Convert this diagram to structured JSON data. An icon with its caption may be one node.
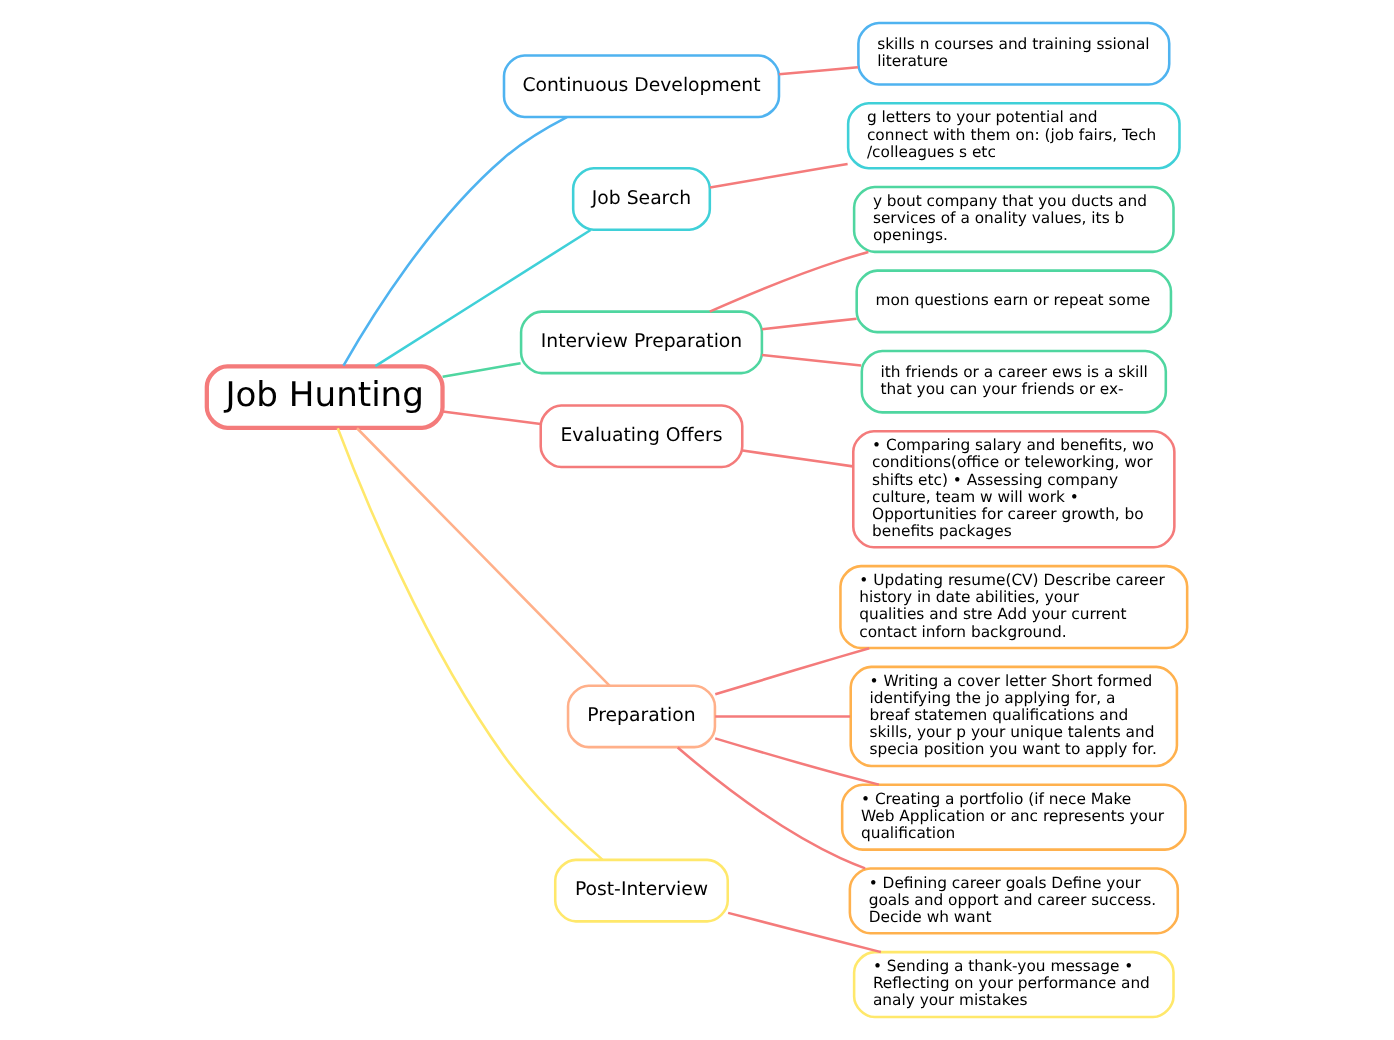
{
  "diagram": {
    "nodes": [
      {
        "text": [
          "Job Hunting"
        ]
      },
      {
        "text": [
          "Continuous Development"
        ]
      },
      {
        "text": [
          "skills n courses and training ssional literature"
        ]
      },
      {
        "text": [
          "Job Search"
        ]
      },
      {
        "text": [
          "g letters to your potential and connect with them on: (job fairs, Tech /colleagues s etc"
        ]
      },
      {
        "text": [
          "Interview Preparation"
        ]
      },
      {
        "text": [
          "y bout company that you ducts and services of a onality values, its b openings."
        ]
      },
      {
        "text": [
          "mon questions earn or repeat some"
        ]
      },
      {
        "text": [
          "ith friends or a career ews is a skill that you can your friends or ex-"
        ]
      },
      {
        "text": [
          "Evaluating Offers"
        ]
      },
      {
        "text": [
          "• Comparing salary and benefits, wo conditions(office or teleworking, wor shifts etc) • Assessing company culture, team w will work • Opportunities for career growth, bo benefits packages"
        ]
      },
      {
        "text": [
          "Preparation"
        ]
      },
      {
        "text": [
          "• Updating resume(CV) Describe career history in date abilities, your qualities and stre Add your current contact inforn background."
        ]
      },
      {
        "text": [
          "• Writing a cover letter Short formed identifying the jo applying for, a breaf statemen qualifications and skills, your p your unique talents and specia position you want to apply for."
        ]
      },
      {
        "text": [
          "• Creating a portfolio (if nece Make Web Application or anc represents your qualification"
        ]
      },
      {
        "text": [
          "• Defining career goals Define your goals and opport and career success. Decide wh want"
        ]
      },
      {
        "text": [
          "Post-Interview"
        ]
      },
      {
        "text": [
          "• Sending a thank-you message • Reflecting on your performance and analy your mistakes"
        ]
      }
    ],
    "edges": [
      {
        "from": 0,
        "to": 1,
        "arrow": "none",
        "color": "#4fb3f0"
      },
      {
        "from": 1,
        "to": 2,
        "arrow": "none"
      },
      {
        "from": 0,
        "to": 3,
        "arrow": "none",
        "color": "#3fd0d8"
      },
      {
        "from": 3,
        "to": 4,
        "arrow": "none"
      },
      {
        "from": 0,
        "to": 5,
        "arrow": "none",
        "color": "#4fd6a0"
      },
      {
        "from": 5,
        "to": 6,
        "arrow": "none"
      },
      {
        "from": 5,
        "to": 7,
        "arrow": "none"
      },
      {
        "from": 5,
        "to": 8,
        "arrow": "none"
      },
      {
        "from": 0,
        "to": 9,
        "arrow": "none"
      },
      {
        "from": 9,
        "to": 10,
        "arrow": "none"
      },
      {
        "from": 0,
        "to": 11,
        "arrow": "none",
        "color": "#ffb08a"
      },
      {
        "from": 11,
        "to": 12,
        "arrow": "none"
      },
      {
        "from": 11,
        "to": 13,
        "arrow": "none"
      },
      {
        "from": 11,
        "to": 14,
        "arrow": "none"
      },
      {
        "from": 11,
        "to": 15,
        "arrow": "none"
      },
      {
        "from": 0,
        "to": 16,
        "arrow": "none",
        "color": "#ffe86b"
      },
      {
        "from": 16,
        "to": 17,
        "arrow": "none"
      }
    ]
  }
}
